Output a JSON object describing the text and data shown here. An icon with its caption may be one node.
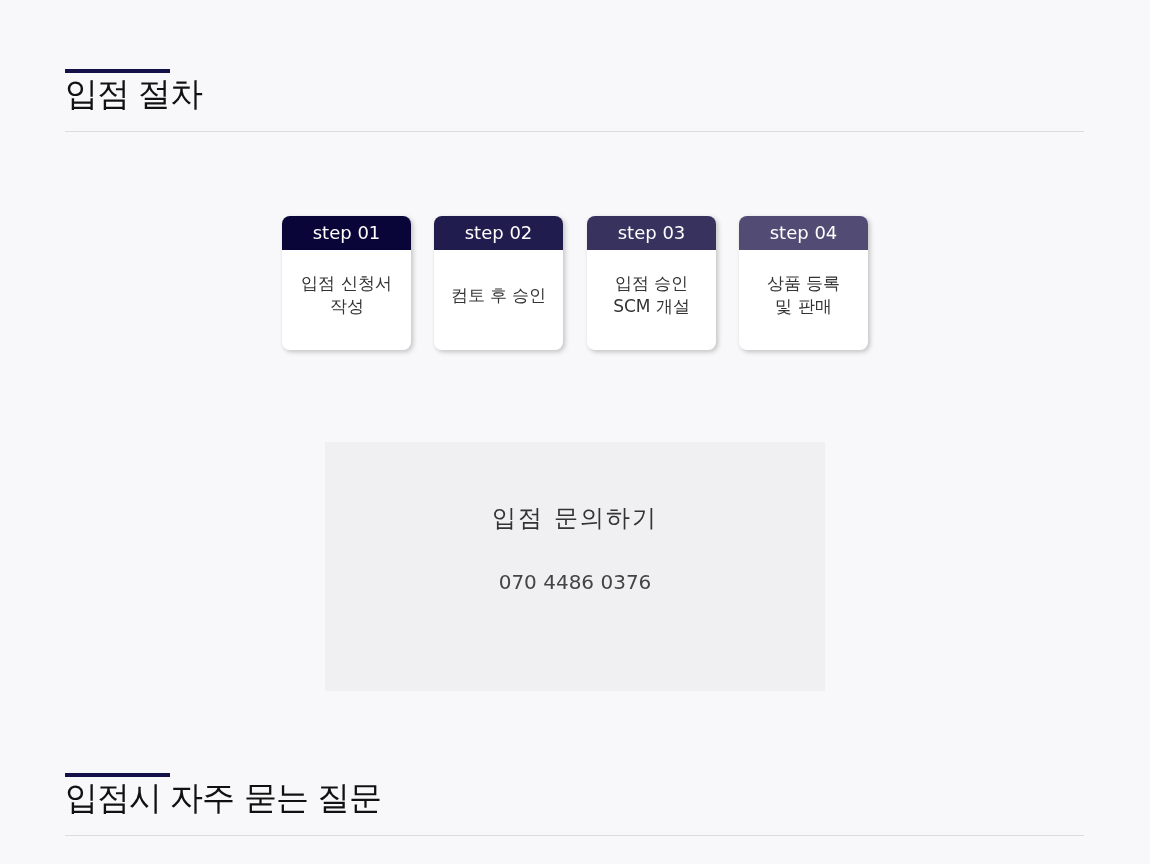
{
  "diagram": {
    "title": "입점 절차",
    "nodes": [
      {
        "text": [
          "step 01",
          "입점 신청서 작성"
        ]
      },
      {
        "text": [
          "step 02",
          "컴토 후 승인"
        ]
      },
      {
        "text": [
          "step 03",
          "입점 승인 SCM 개설"
        ]
      },
      {
        "text": [
          "step 04",
          "상품 등록 및 판매"
        ]
      },
      {
        "text": [
          "입점 문의하기",
          "070 4486 0376"
        ]
      }
    ],
    "labels": [
      "입점시 자주 묻는 질문"
    ]
  }
}
